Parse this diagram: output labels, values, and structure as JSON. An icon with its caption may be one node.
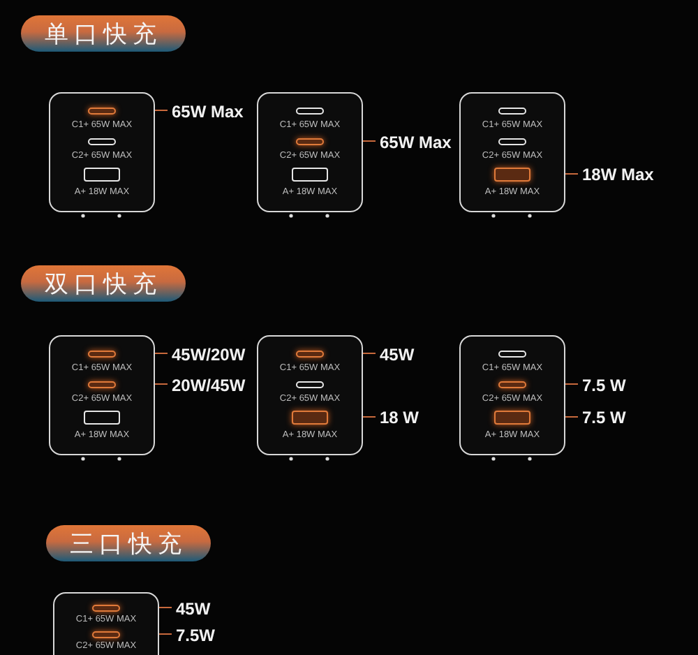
{
  "diagram": {
    "nodes": [
      {
        "text": [
          "单口快充"
        ]
      },
      {
        "text": [
          "C1+ 65W MAX",
          "C2+ 65W MAX",
          "A+ 18W MAX"
        ]
      },
      {
        "text": [],
        "shape": "box",
        "in": 1
      },
      {
        "text": [],
        "shape": "box",
        "in": 1
      },
      {
        "text": [],
        "shape": "box",
        "in": 1
      },
      {
        "text": [
          "65W Max"
        ]
      },
      {
        "text": [
          "C1+ 65W MAX",
          "C2+ 65W MAX",
          "A+ 18W MAX"
        ]
      },
      {
        "text": [],
        "shape": "box",
        "in": 6
      },
      {
        "text": [],
        "shape": "box",
        "in": 6
      },
      {
        "text": [],
        "shape": "box",
        "in": 6
      },
      {
        "text": [
          "65W Max"
        ]
      },
      {
        "text": [
          "C1+ 65W MAX",
          "C2+ 65W MAX",
          "A+ 18W MAX"
        ]
      },
      {
        "text": [],
        "shape": "box",
        "in": 11
      },
      {
        "text": [],
        "shape": "box",
        "in": 11
      },
      {
        "text": [],
        "shape": "box",
        "in": 11
      },
      {
        "text": [
          "18W Max"
        ]
      },
      {
        "text": [
          "双口快充"
        ]
      },
      {
        "text": [
          "C1+ 65W MAX",
          "C2+ 65W MAX",
          "A+ 18W MAX"
        ]
      },
      {
        "text": [],
        "shape": "box",
        "in": 17
      },
      {
        "text": [],
        "shape": "box",
        "in": 17
      },
      {
        "text": [],
        "shape": "box",
        "in": 17
      },
      {
        "text": [
          "45W/20W"
        ]
      },
      {
        "text": [
          "20W/45W"
        ]
      },
      {
        "text": [
          "C1+ 65W MAX",
          "C2+ 65W MAX",
          "A+ 18W MAX"
        ]
      },
      {
        "text": [],
        "shape": "box",
        "in": 23
      },
      {
        "text": [],
        "shape": "box",
        "in": 23
      },
      {
        "text": [],
        "shape": "box",
        "in": 23
      },
      {
        "text": [
          "45W"
        ]
      },
      {
        "text": [
          "18 W"
        ]
      },
      {
        "text": [
          "C1+ 65W MAX",
          "C2+ 65W MAX",
          "A+ 18W MAX"
        ]
      },
      {
        "text": [],
        "shape": "box",
        "in": 29
      },
      {
        "text": [],
        "shape": "box",
        "in": 29
      },
      {
        "text": [],
        "shape": "box",
        "in": 29
      },
      {
        "text": [
          "7.5 W"
        ]
      },
      {
        "text": [
          "7.5 W"
        ]
      },
      {
        "text": [
          "三口快充"
        ]
      },
      {
        "text": [
          "C1+ 65W MAX",
          "C2+ 65W MAX"
        ]
      },
      {
        "text": [],
        "shape": "box",
        "in": 36
      },
      {
        "text": [],
        "shape": "box",
        "in": 36
      },
      {
        "text": [
          "45W"
        ]
      },
      {
        "text": [
          "7.5W"
        ]
      }
    ],
    "edges": [
      {
        "from": 5,
        "to": 2,
        "arrow": "none"
      },
      {
        "from": 10,
        "to": 8,
        "arrow": "none"
      },
      {
        "from": 15,
        "to": 14,
        "arrow": "none"
      },
      {
        "from": 21,
        "to": 18,
        "arrow": "none"
      },
      {
        "from": 22,
        "to": 19,
        "arrow": "none"
      },
      {
        "from": 27,
        "to": 24,
        "arrow": "none"
      },
      {
        "from": 28,
        "to": 26,
        "arrow": "none"
      },
      {
        "from": 33,
        "to": 31,
        "arrow": "none"
      },
      {
        "from": 34,
        "to": 32,
        "arrow": "none"
      },
      {
        "from": 39,
        "to": 37,
        "arrow": "none"
      },
      {
        "from": 40,
        "to": 38,
        "arrow": "none"
      }
    ]
  }
}
